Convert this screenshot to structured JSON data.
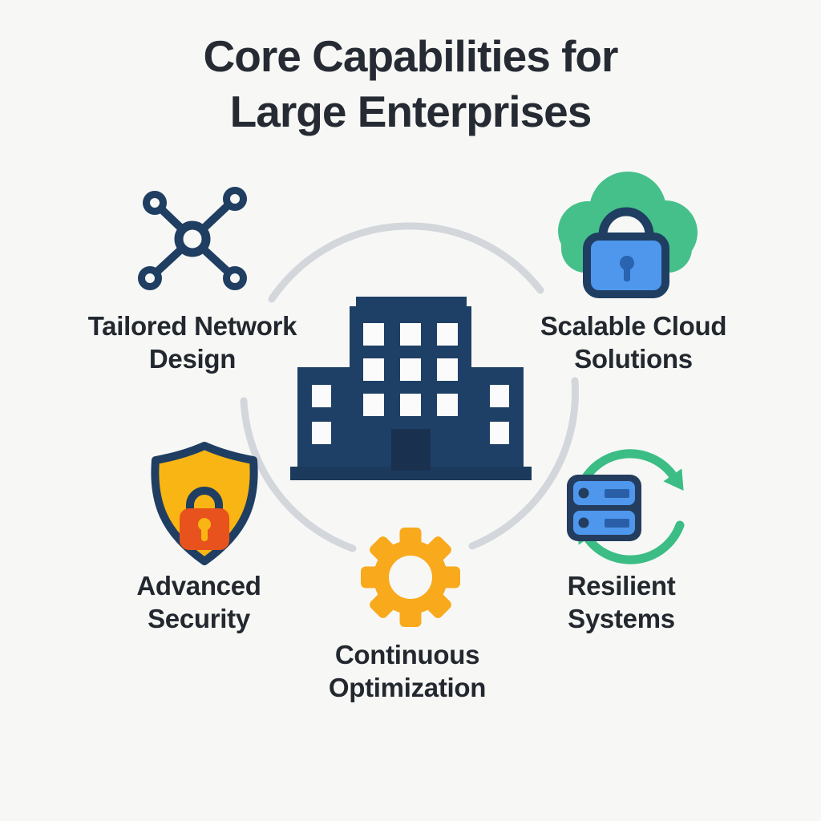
{
  "title": {
    "line1": "Core Capabilities for",
    "line2": "Large Enterprises"
  },
  "center": {
    "icon": "building-icon",
    "meaning": "enterprise"
  },
  "nodes": [
    {
      "id": "network",
      "icon": "network-icon",
      "label": "Tailored Network Design"
    },
    {
      "id": "cloud",
      "icon": "cloud-lock-icon",
      "label": "Scalable Cloud Solutions"
    },
    {
      "id": "security",
      "icon": "shield-lock-icon",
      "label": "Advanced Security"
    },
    {
      "id": "optimization",
      "icon": "gear-icon",
      "label": "Continuous Optimization"
    },
    {
      "id": "resilience",
      "icon": "server-refresh-icon",
      "label": "Resilient Systems"
    }
  ],
  "colors": {
    "background": "#f7f8f6",
    "text": "#262b33",
    "navy": "#1f3e62",
    "navy_dark": "#19314f",
    "blue": "#4e97ed",
    "blue_dark": "#2a63b0",
    "green": "#45c08a",
    "green_arrow": "#3cbd85",
    "yellow": "#f8b513",
    "amber": "#f9a91c",
    "orange": "#e8521d",
    "ring_gray": "#d3d7dc",
    "window_white": "#fafbfa"
  }
}
